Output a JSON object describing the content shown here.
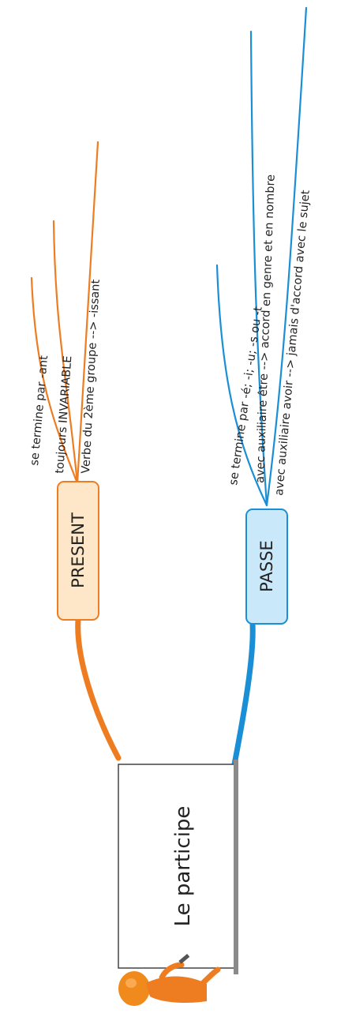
{
  "central": {
    "title": "Le participe"
  },
  "branches": [
    {
      "id": "present",
      "label": "PRESENT",
      "color": "#ee7d22",
      "fill": "#fde7c8",
      "leaves": [
        "se termine par -ant",
        "toujours INVARIABLE",
        "Verbe du 2ème groupe --> -issant"
      ]
    },
    {
      "id": "passe",
      "label": "PASSE",
      "color": "#1a8fd6",
      "fill": "#c9e8fa",
      "leaves": [
        "se termine par -é; -i; -u; -s ou -t",
        "avec auxiliaire être --> accord en genre et en nombre",
        "avec auxiliaire avoir --> jamais d'accord avec le sujet"
      ]
    }
  ]
}
